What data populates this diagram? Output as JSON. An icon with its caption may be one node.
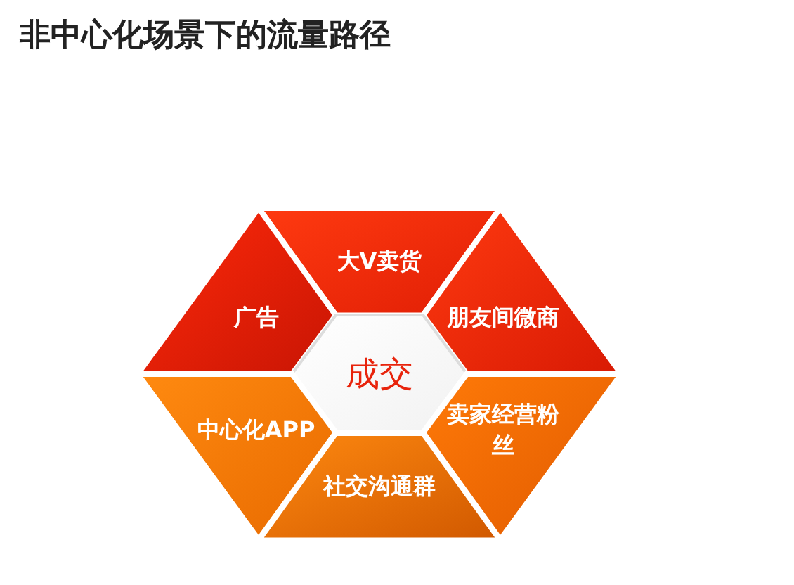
{
  "diagram": {
    "title": "非中心化场景下的流量路径",
    "nodes": [
      {
        "text": [
          "大V卖货"
        ]
      },
      {
        "text": [
          "广告"
        ]
      },
      {
        "text": [
          "朋友间微商"
        ]
      },
      {
        "text": [
          "成交"
        ]
      },
      {
        "text": [
          "中心化APP"
        ]
      },
      {
        "text": [
          "卖家经营粉丝"
        ]
      },
      {
        "text": [
          "社交沟通群"
        ]
      }
    ]
  }
}
